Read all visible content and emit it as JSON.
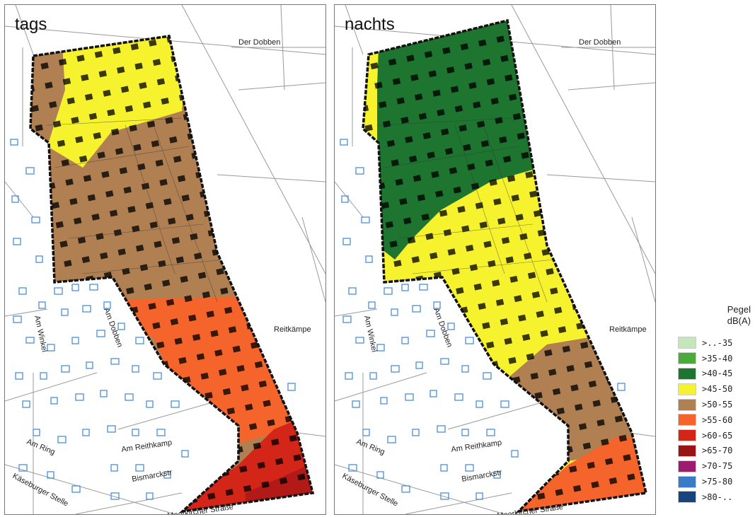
{
  "panels": [
    {
      "title": "tags"
    },
    {
      "title": "nachts"
    }
  ],
  "map_labels": {
    "der_dobben": "Der Dobben",
    "reitkaempe": "Reitkämpe",
    "am_winkel": "Am Winkel",
    "am_dobben": "Am Dobben",
    "am_ring": "Am Ring",
    "am_reithkamp": "Am Reithkamp",
    "bismarckstr": "Bismarckstr",
    "kaeseburger": "Käseburger Stelle",
    "meerkircher": "Meerkircher Straße"
  },
  "legend": {
    "title_line1": "Pegel",
    "title_line2": "dB(A)",
    "items": [
      {
        "label": ">..-35",
        "color": "#c4e6b8"
      },
      {
        "label": ">35-40",
        "color": "#4aab3a"
      },
      {
        "label": ">40-45",
        "color": "#1d7530"
      },
      {
        "label": ">45-50",
        "color": "#f7f22e"
      },
      {
        "label": ">50-55",
        "color": "#b08052"
      },
      {
        "label": ">55-60",
        "color": "#f5652b"
      },
      {
        "label": ">60-65",
        "color": "#d42519"
      },
      {
        "label": ">65-70",
        "color": "#9a1414"
      },
      {
        "label": ">70-75",
        "color": "#9a1e6e"
      },
      {
        "label": ">75-80",
        "color": "#3a7bc8"
      },
      {
        "label": ">80-..",
        "color": "#17437e"
      }
    ]
  }
}
